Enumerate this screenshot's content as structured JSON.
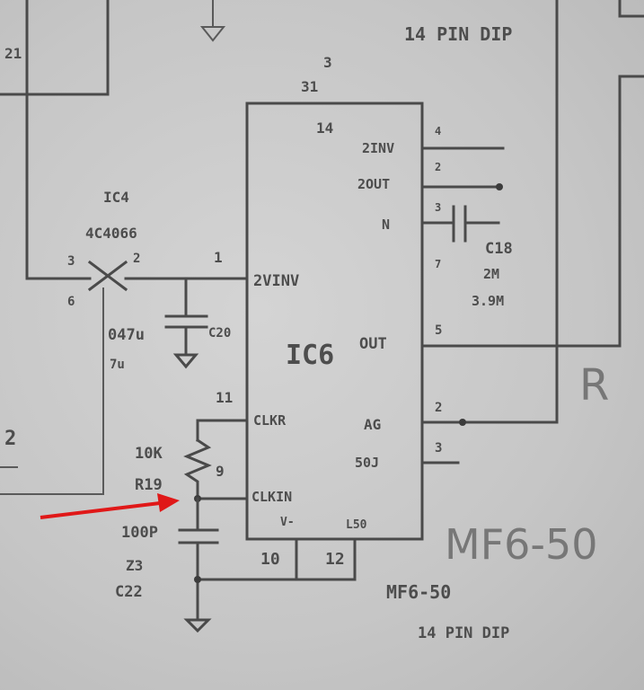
{
  "top": {
    "pkg_top": "14 PIN DIP",
    "partial_21": "21",
    "pin_top_num": "3",
    "pin_top_num2": "31",
    "pin_top_num3": "14"
  },
  "ic4": {
    "ref": "IC4",
    "part": "4C4066",
    "pin_left": "3",
    "pin_right": "2",
    "pin_bottom": "6",
    "pin_out": "1"
  },
  "cap_c20": {
    "value": "047u",
    "sub": "7u",
    "ref": "C20"
  },
  "ic6": {
    "ref": "IC6",
    "pins_left": [
      "2VINV",
      "CLKR",
      "CLKIN"
    ],
    "pins_right": [
      "2INV",
      "2OUT",
      "N",
      "OUT",
      "AG",
      "50J"
    ],
    "pin_num_clkr": "11",
    "pin_num_clkin": "9",
    "right_nums": [
      "4",
      "2",
      "3",
      "5",
      "2",
      "3",
      "7"
    ],
    "bottom_labels": [
      "10",
      "12"
    ],
    "bottom_pin_labels": [
      "V-",
      "L50"
    ]
  },
  "c18": {
    "ref": "C18",
    "v1": "2M",
    "v2": "3.9M"
  },
  "r19": {
    "value": "10K",
    "ref": "R19"
  },
  "c22": {
    "value": "100P",
    "ref": "C22",
    "ref_prefix": "Z3"
  },
  "chip_name": "MF6-50",
  "chip_code": "MF6-50",
  "pkg_bottom": "14 PIN DIP",
  "left_mark": "2",
  "corner_mark": "R",
  "arrow_color": "#e01818"
}
